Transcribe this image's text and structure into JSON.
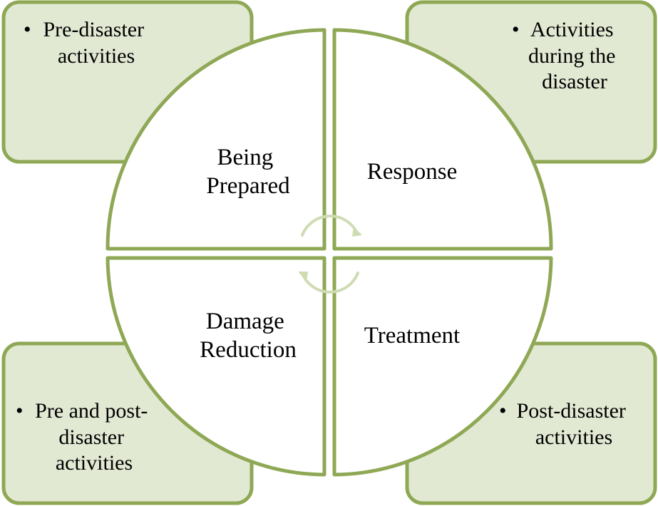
{
  "colors": {
    "stroke": "#8fa855",
    "box_fill": "#e2e9d3",
    "arrow": "#cfdcb3"
  },
  "quadrants": {
    "top_left": {
      "lines": [
        "Being",
        "Prepared"
      ]
    },
    "top_right": {
      "lines": [
        "Response"
      ]
    },
    "bottom_left": {
      "lines": [
        "Damage",
        "Reduction"
      ]
    },
    "bottom_right": {
      "lines": [
        "Treatment"
      ]
    }
  },
  "boxes": {
    "top_left": {
      "bullet": "•",
      "lines": [
        "Pre-disaster",
        "activities"
      ]
    },
    "top_right": {
      "bullet": "•",
      "lines": [
        "Activities",
        "during the",
        "disaster"
      ]
    },
    "bottom_left": {
      "bullet": "•",
      "lines": [
        "Pre and post-",
        "disaster",
        "activities"
      ]
    },
    "bottom_right": {
      "bullet": "•",
      "lines": [
        "Post-disaster",
        "activities"
      ]
    }
  }
}
